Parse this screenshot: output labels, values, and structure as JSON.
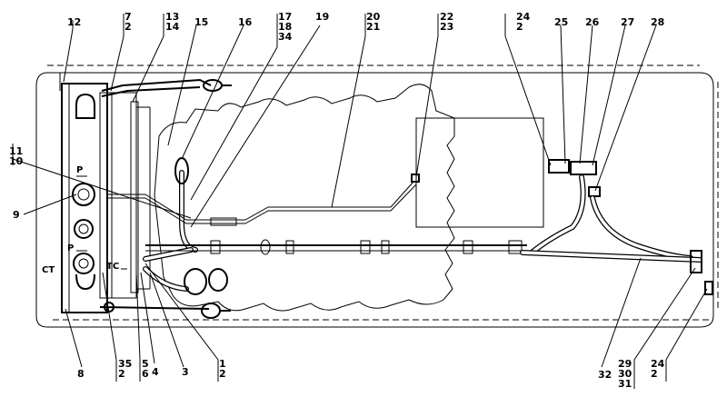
{
  "callouts_top": [
    {
      "id": "c12",
      "lines": [
        "12"
      ]
    },
    {
      "id": "c7",
      "lines": [
        "7",
        "2"
      ]
    },
    {
      "id": "c13",
      "lines": [
        "13",
        "14"
      ]
    },
    {
      "id": "c15",
      "lines": [
        "15"
      ]
    },
    {
      "id": "c16",
      "lines": [
        "16"
      ]
    },
    {
      "id": "c17",
      "lines": [
        "17",
        "18",
        "34"
      ]
    },
    {
      "id": "c19",
      "lines": [
        "19"
      ]
    },
    {
      "id": "c20",
      "lines": [
        "20",
        "21"
      ]
    },
    {
      "id": "c22",
      "lines": [
        "22",
        "23"
      ]
    },
    {
      "id": "c24a",
      "lines": [
        "24",
        "2"
      ]
    },
    {
      "id": "c25",
      "lines": [
        "25"
      ]
    },
    {
      "id": "c26",
      "lines": [
        "26"
      ]
    },
    {
      "id": "c27",
      "lines": [
        "27"
      ]
    },
    {
      "id": "c28",
      "lines": [
        "28"
      ]
    }
  ],
  "callouts_left": [
    {
      "id": "c11",
      "lines": [
        "11",
        "10"
      ]
    },
    {
      "id": "c9",
      "lines": [
        "9"
      ]
    }
  ],
  "callouts_bottom": [
    {
      "id": "c8",
      "lines": [
        "8"
      ]
    },
    {
      "id": "c35",
      "lines": [
        "35",
        "2"
      ]
    },
    {
      "id": "c5",
      "lines": [
        "5",
        "6"
      ]
    },
    {
      "id": "c4",
      "lines": [
        "4"
      ]
    },
    {
      "id": "c3",
      "lines": [
        "3"
      ]
    },
    {
      "id": "c1",
      "lines": [
        "1",
        "2"
      ]
    },
    {
      "id": "c32",
      "lines": [
        "32"
      ]
    },
    {
      "id": "c29",
      "lines": [
        "29",
        "30",
        "31"
      ]
    },
    {
      "id": "c24b",
      "lines": [
        "24",
        "2"
      ]
    }
  ],
  "plate_labels": {
    "p_upper": "P",
    "p_lower": "P",
    "tc": "TC",
    "ct": "CT"
  }
}
